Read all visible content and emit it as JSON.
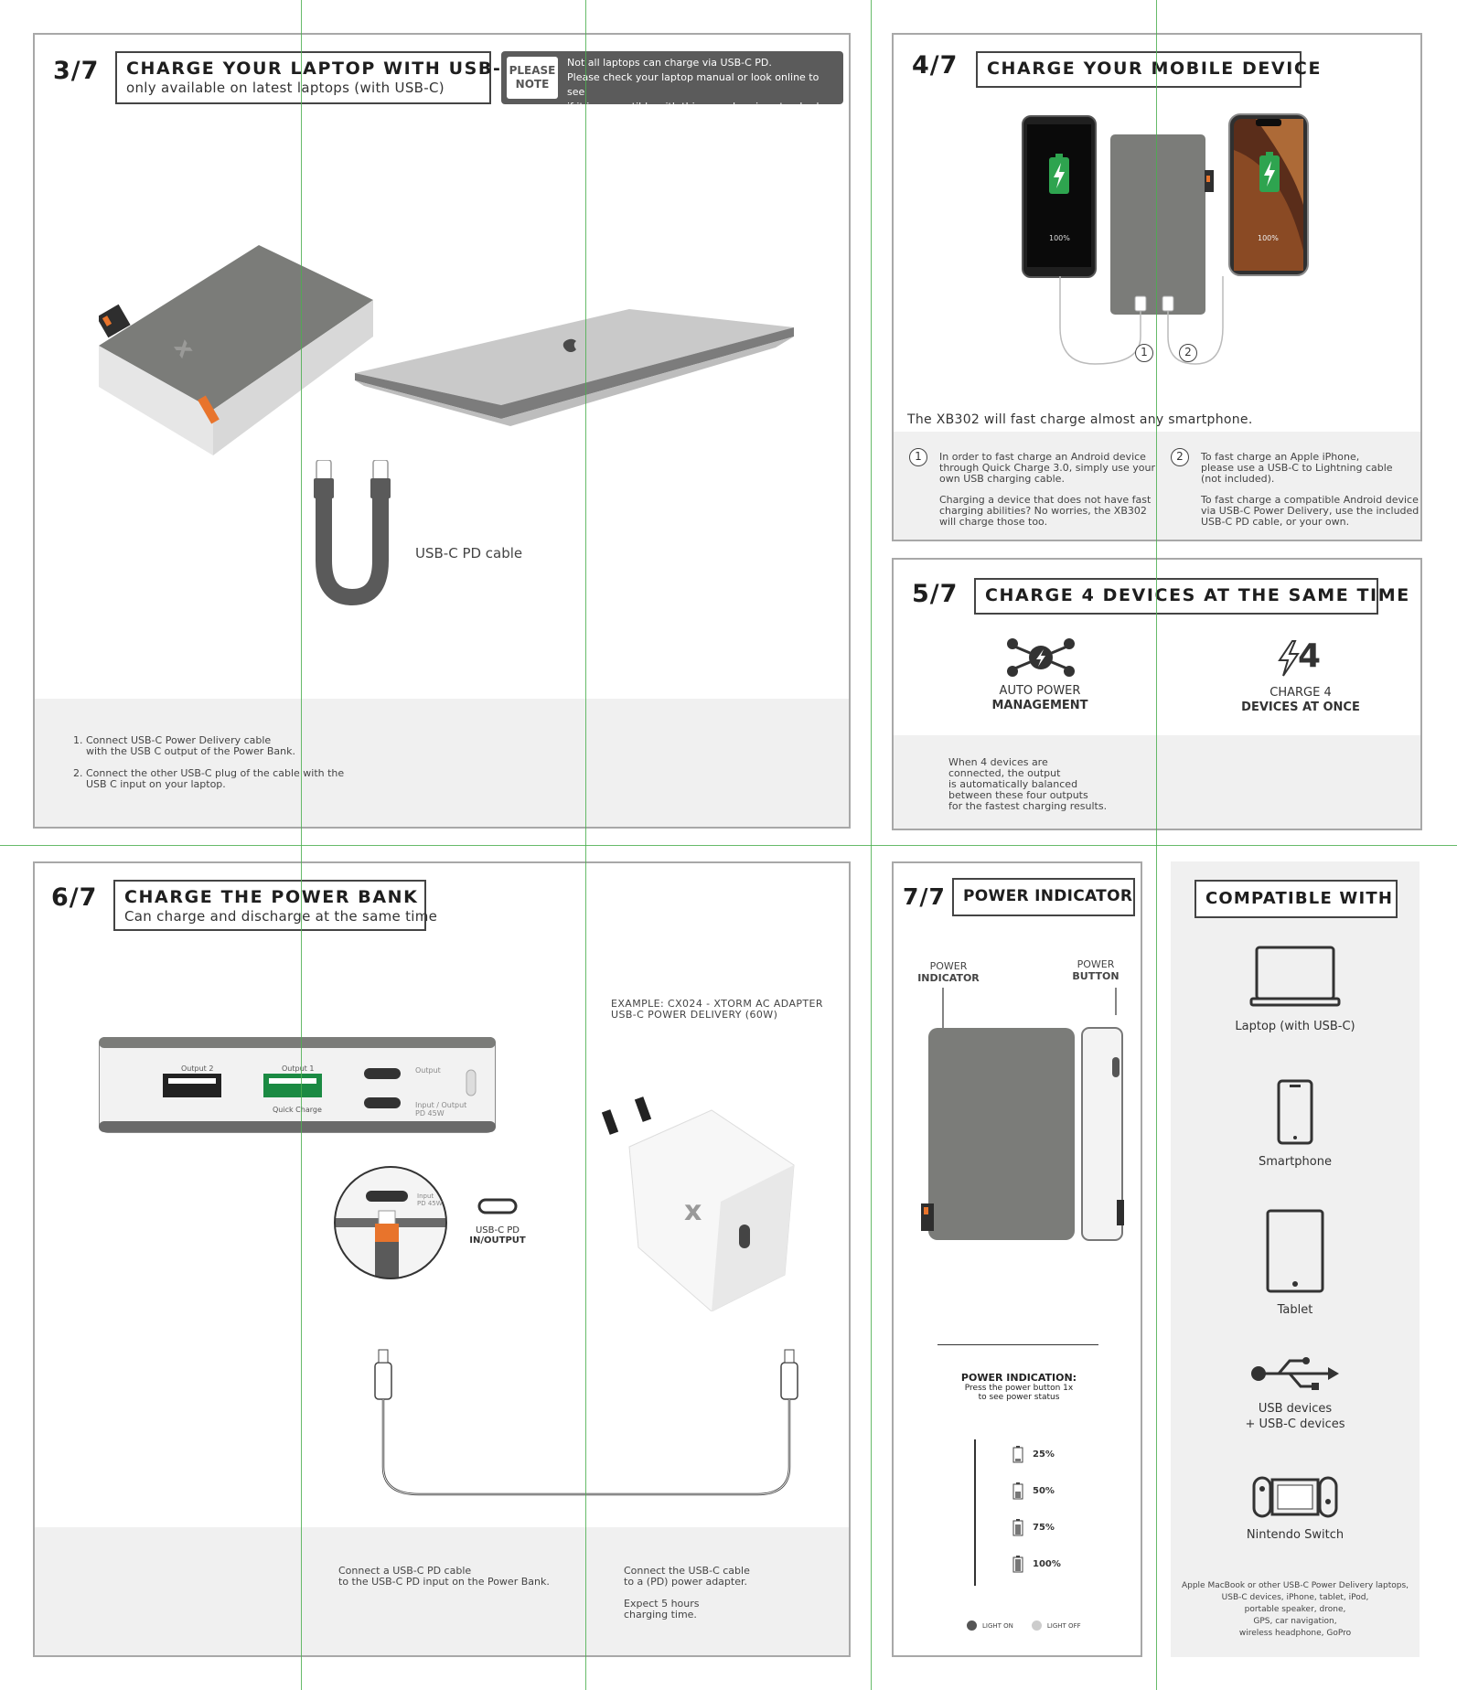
{
  "panel3": {
    "step": "3/7",
    "title": "CHARGE YOUR LAPTOP WITH USB-C",
    "subtitle": "only available on latest laptops (with USB-C)",
    "note_tag_line1": "PLEASE",
    "note_tag_line2": "NOTE",
    "note_line1": "Not all laptops can charge via USB-C PD.",
    "note_line2": "Please check your laptop manual or look online to see",
    "note_line3": "if it is compatible with this new charging standard.",
    "cable_label": "USB-C PD cable",
    "step1_line1": "1. Connect USB-C Power Delivery cable",
    "step1_line2": "with the USB C output of the Power Bank.",
    "step2_line1": "2. Connect the other USB-C plug of the cable with the",
    "step2_line2": "USB C input on your laptop."
  },
  "panel4": {
    "step": "4/7",
    "title": "CHARGE YOUR MOBILE DEVICE",
    "phone_left_pct": "100%",
    "phone_right_pct": "100%",
    "port1": "1",
    "port2": "2",
    "headline": "The XB302 will fast charge almost any smartphone.",
    "left_num": "1",
    "left_p1_l1": "In order to fast charge an Android device",
    "left_p1_l2": "through Quick Charge 3.0, simply use your",
    "left_p1_l3": "own USB charging cable.",
    "left_p2_l1": "Charging a device that does not have fast",
    "left_p2_l2": "charging abilities? No worries, the XB302",
    "left_p2_l3": "will charge those too.",
    "right_num": "2",
    "right_p1_l1": "To fast charge an Apple iPhone,",
    "right_p1_l2": "please use a USB-C to Lightning cable",
    "right_p1_l3": "(not included).",
    "right_p2_l1": "To fast charge a compatible Android device",
    "right_p2_l2": "via USB-C Power Delivery, use the included",
    "right_p2_l3": "USB-C PD cable, or your own."
  },
  "panel5": {
    "step": "5/7",
    "title": "CHARGE 4 DEVICES AT THE SAME TIME",
    "feat1_l1": "AUTO POWER",
    "feat1_l2": "MANAGEMENT",
    "feat2_l1": "CHARGE 4",
    "feat2_l2": "DEVICES AT ONCE",
    "icon2_glyph": "4",
    "desc_l1": "When 4 devices are",
    "desc_l2": "connected, the output",
    "desc_l3": "is automatically balanced",
    "desc_l4": "between these four outputs",
    "desc_l5": "for the fastest charging results."
  },
  "panel6": {
    "step": "6/7",
    "title": "CHARGE THE POWER BANK",
    "subtitle": "Can charge and discharge at the same time",
    "adapter_l1": "EXAMPLE: CX024 - XTORM AC ADAPTER",
    "adapter_l2": "USB-C POWER DELIVERY (60W)",
    "port_output2": "Output 2",
    "port_output1": "Output 1",
    "port_quick": "Quick Charge",
    "port_output": "Output",
    "port_io_l1": "Input / Output",
    "port_io_l2": "PD 45W",
    "zoom_l1": "Input",
    "zoom_l2": "PD 45W",
    "usbc_l1": "USB-C PD",
    "usbc_l2": "IN/OUTPUT",
    "left_l1": "Connect a USB-C PD cable",
    "left_l2": "to the USB-C PD input on the Power Bank.",
    "right_l1": "Connect the USB-C cable",
    "right_l2": "to a (PD) power adapter.",
    "right_l3": "Expect 5 hours",
    "right_l4": "charging time."
  },
  "panel7": {
    "step": "7/7",
    "title": "POWER INDICATOR",
    "pi_l1": "POWER",
    "pi_l2": "INDICATOR",
    "pb_l1": "POWER",
    "pb_l2": "BUTTON",
    "ind_title": "POWER INDICATION:",
    "ind_l1": "Press the power button 1x",
    "ind_l2": "to see power status",
    "levels": [
      "25%",
      "50%",
      "75%",
      "100%"
    ],
    "light_on": "LIGHT ON",
    "light_off": "LIGHT OFF"
  },
  "compat": {
    "title": "COMPATIBLE WITH",
    "items": [
      "Laptop (with USB-C)",
      "Smartphone",
      "Tablet",
      "USB devices\n+ USB-C devices",
      "Nintendo Switch"
    ],
    "foot_l1": "Apple MacBook or other USB-C Power Delivery laptops,",
    "foot_l2": "USB-C devices, iPhone, tablet, iPod,",
    "foot_l3": "portable speaker, drone,",
    "foot_l4": "GPS, car navigation,",
    "foot_l5": "wireless headphone, GoPro"
  },
  "colors": {
    "bank_grey": "#7a7a78",
    "green": "#2ea44f",
    "note_bg": "#5b5b5b",
    "zone_grey": "#f0f0f0"
  }
}
